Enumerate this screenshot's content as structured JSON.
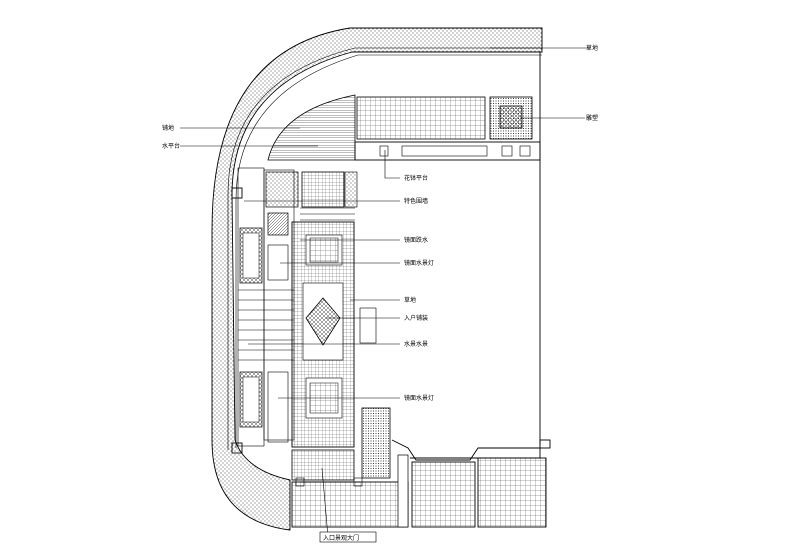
{
  "labels": {
    "lane": "草地",
    "sculpture": "雕塑",
    "paving": "铺地",
    "water_platform": "水平台",
    "planter_platform": "花钵平台",
    "feature_wall": "特色围墙",
    "reflection_pool": "镜面跌水",
    "light_pool_1": "镜面水景灯",
    "grass": "草地",
    "entry_paving": "入户铺装",
    "water_feature": "水景水景",
    "light_pool_2": "镜面水景灯",
    "entrance_gate": "入口景观大门"
  },
  "colors": {
    "line": "#000000",
    "hatch": "#000000",
    "background": "#ffffff"
  }
}
